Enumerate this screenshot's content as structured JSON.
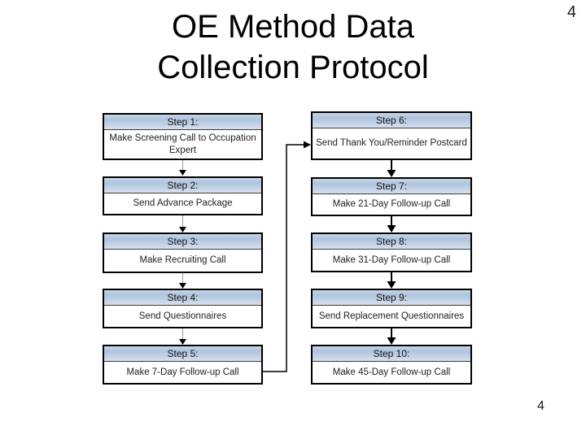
{
  "slide": {
    "title_lines": [
      "OE Method Data",
      "Collection Protocol"
    ],
    "page_number_top": "4",
    "page_number_bottom": "4"
  },
  "flowchart": {
    "left_column": [
      {
        "header": "Step 1:",
        "body": "Make Screening Call to Occupation Expert"
      },
      {
        "header": "Step 2:",
        "body": "Send Advance Package"
      },
      {
        "header": "Step 3:",
        "body": "Make Recruiting Call"
      },
      {
        "header": "Step 4:",
        "body": "Send Questionnaires"
      },
      {
        "header": "Step 5:",
        "body": "Make 7-Day Follow-up Call"
      }
    ],
    "right_column": [
      {
        "header": "Step 6:",
        "body": "Send Thank You/Reminder Postcard"
      },
      {
        "header": "Step 7:",
        "body": "Make 21-Day Follow-up Call"
      },
      {
        "header": "Step 8:",
        "body": "Make 31-Day Follow-up Call"
      },
      {
        "header": "Step 9:",
        "body": "Send Replacement Questionnaires"
      },
      {
        "header": "Step 10:",
        "body": "Make 45-Day Follow-up Call"
      }
    ],
    "colors": {
      "header_fill_top": "#afc4db",
      "header_fill_bottom": "#d6e1ef",
      "box_border": "#000000",
      "left_connector_line": "#999999",
      "right_connector_line": "#000000",
      "arrowhead": "#000000"
    }
  }
}
